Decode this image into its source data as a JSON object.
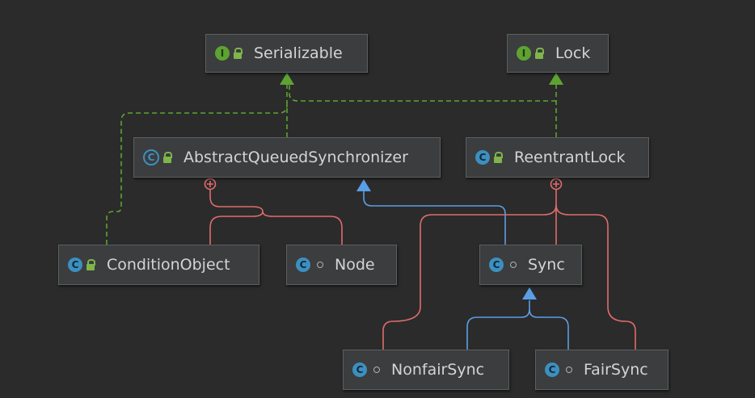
{
  "nodes": {
    "serializable": {
      "label": "Serializable",
      "kind_icon": "interface-icon",
      "kind_letter": "I",
      "visibility_icon": "public-lock-icon"
    },
    "lock": {
      "label": "Lock",
      "kind_icon": "interface-icon",
      "kind_letter": "I",
      "visibility_icon": "public-lock-icon"
    },
    "aqs": {
      "label": "AbstractQueuedSynchronizer",
      "kind_icon": "abstract-class-icon",
      "kind_letter": "C",
      "visibility_icon": "public-lock-icon"
    },
    "reentrantlock": {
      "label": "ReentrantLock",
      "kind_icon": "class-icon",
      "kind_letter": "C",
      "visibility_icon": "public-lock-icon"
    },
    "conditionobject": {
      "label": "ConditionObject",
      "kind_icon": "class-icon",
      "kind_letter": "C",
      "visibility_icon": "public-lock-icon"
    },
    "node": {
      "label": "Node",
      "kind_icon": "static-inner-class-icon",
      "kind_letter": "C",
      "visibility_icon": "package-private-dot-icon"
    },
    "sync": {
      "label": "Sync",
      "kind_icon": "static-inner-class-icon",
      "kind_letter": "C",
      "visibility_icon": "package-private-dot-icon"
    },
    "nonfairsync": {
      "label": "NonfairSync",
      "kind_icon": "static-inner-class-icon",
      "kind_letter": "C",
      "visibility_icon": "package-private-dot-icon"
    },
    "fairsync": {
      "label": "FairSync",
      "kind_icon": "static-inner-class-icon",
      "kind_letter": "C",
      "visibility_icon": "package-private-dot-icon"
    }
  },
  "colors": {
    "background": "#2b2b2b",
    "implements": "#5ea332",
    "extends": "#5a9ee6",
    "inner": "#e06c6c",
    "node_fill": "#3b3d3e",
    "text": "#d4d4d4"
  },
  "edges": [
    {
      "from": "aqs",
      "to": "serializable",
      "type": "implements"
    },
    {
      "from": "conditionobject",
      "to": "serializable",
      "type": "implements"
    },
    {
      "from": "reentrantlock",
      "to": "serializable",
      "type": "implements"
    },
    {
      "from": "reentrantlock",
      "to": "lock",
      "type": "implements"
    },
    {
      "from": "sync",
      "to": "aqs",
      "type": "extends"
    },
    {
      "from": "nonfairsync",
      "to": "sync",
      "type": "extends"
    },
    {
      "from": "fairsync",
      "to": "sync",
      "type": "extends"
    },
    {
      "from": "conditionobject",
      "to": "aqs",
      "type": "inner"
    },
    {
      "from": "node",
      "to": "aqs",
      "type": "inner"
    },
    {
      "from": "sync",
      "to": "reentrantlock",
      "type": "inner"
    },
    {
      "from": "nonfairsync",
      "to": "reentrantlock",
      "type": "inner"
    },
    {
      "from": "fairsync",
      "to": "reentrantlock",
      "type": "inner"
    }
  ]
}
